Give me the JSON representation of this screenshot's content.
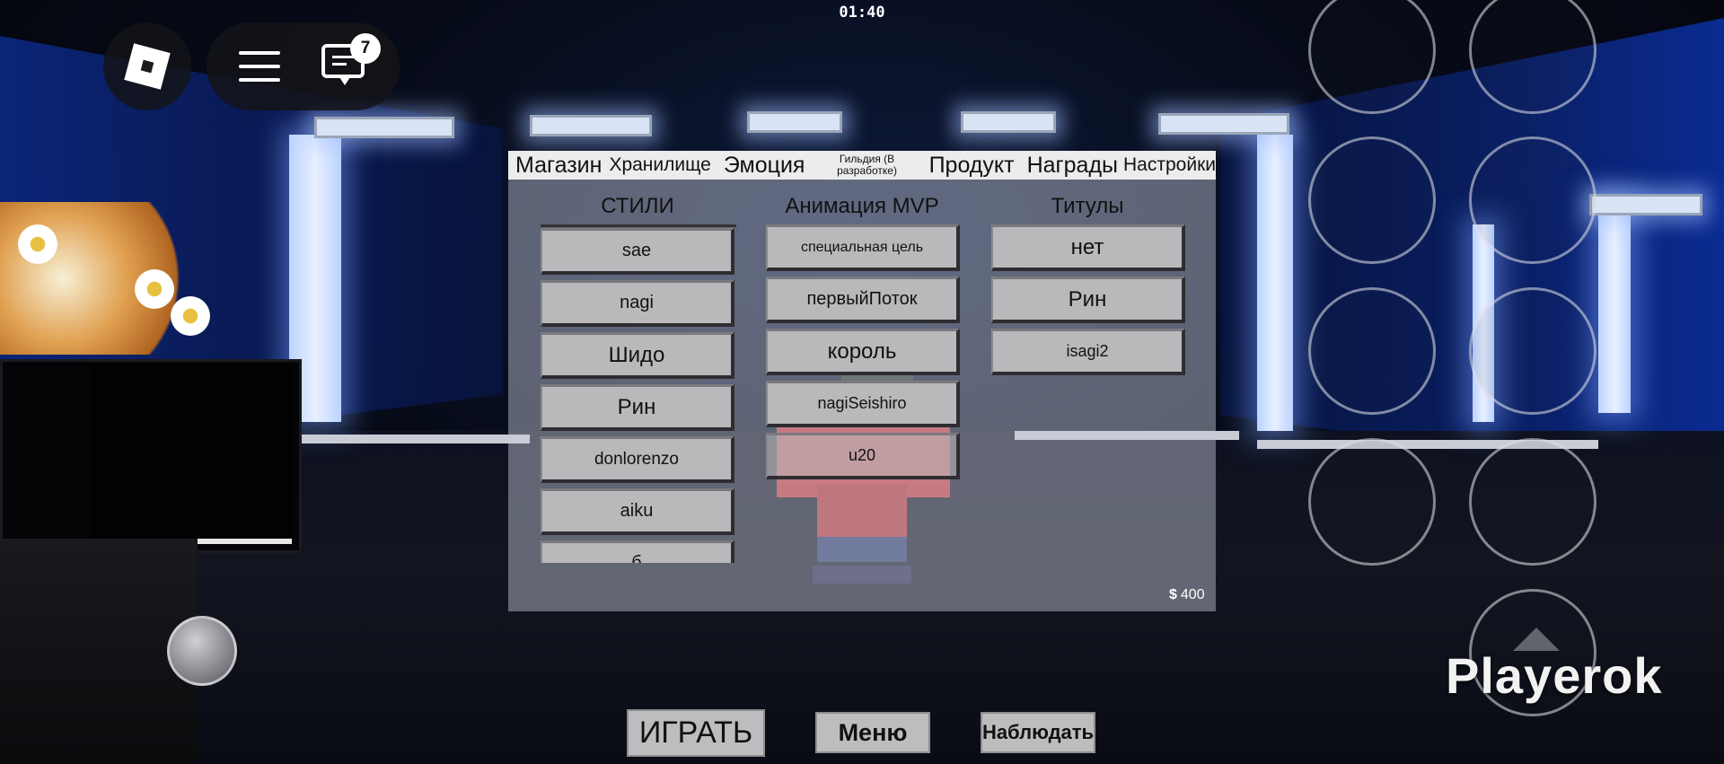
{
  "hud": {
    "clock": "01:40",
    "chat_badge": "7"
  },
  "tabs": [
    {
      "label": "Магазин"
    },
    {
      "label": "Хранилище"
    },
    {
      "label": "Эмоция"
    },
    {
      "label": "Гильдия (В разработке)"
    },
    {
      "label": "Продукт"
    },
    {
      "label": "Награды"
    },
    {
      "label": "Настройки"
    }
  ],
  "columns": {
    "styles": {
      "title": "СТИЛИ",
      "items": [
        "sae",
        "nagi",
        "Шидо",
        "Рин",
        "donlorenzo",
        "aiku",
        "б"
      ]
    },
    "animation": {
      "title": "Анимация MVP",
      "items": [
        "специальная цель",
        "первыйПоток",
        "король",
        "nagiSeishiro",
        "u20"
      ]
    },
    "titles": {
      "title": "Титулы",
      "items": [
        "нет",
        "Рин",
        "isagi2"
      ]
    }
  },
  "currency": {
    "symbol": "$",
    "amount": "400"
  },
  "bottom_buttons": {
    "play": "ИГРАТЬ",
    "menu": "Меню",
    "spectate": "Наблюдать"
  },
  "watermark": "Playerok",
  "colors": {
    "panel_bg": "#c8ccdc",
    "button_bg": "#b9b9bb",
    "tab_bar": "#ececec",
    "hud_bg": "#141418"
  }
}
